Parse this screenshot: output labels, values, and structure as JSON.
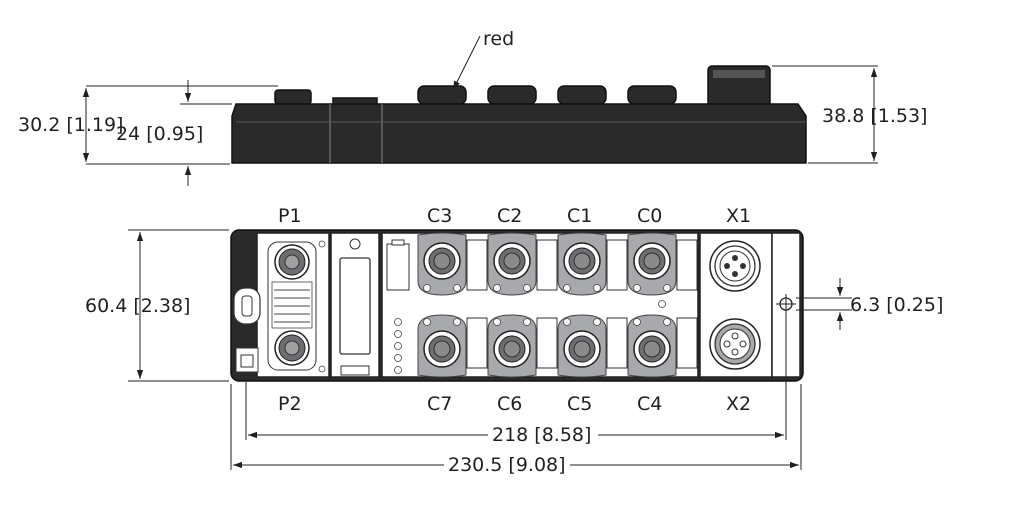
{
  "dimensions": {
    "side_height_total": "30.2 [1.19]",
    "side_height_body": "24 [0.95]",
    "side_height_x1": "38.8 [1.53]",
    "width_mid": "60.4 [2.38]",
    "hole_offset": "6.3 [0.25]",
    "hole_spacing": "218 [8.58]",
    "length_total": "230.5 [9.08]"
  },
  "callouts": {
    "color_note": "red"
  },
  "ports": {
    "top_left": "P1",
    "bottom_left": "P2",
    "top_row": [
      "C3",
      "C2",
      "C1",
      "C0"
    ],
    "bottom_row": [
      "C7",
      "C6",
      "C5",
      "C4"
    ],
    "top_right": "X1",
    "bottom_right": "X2"
  }
}
